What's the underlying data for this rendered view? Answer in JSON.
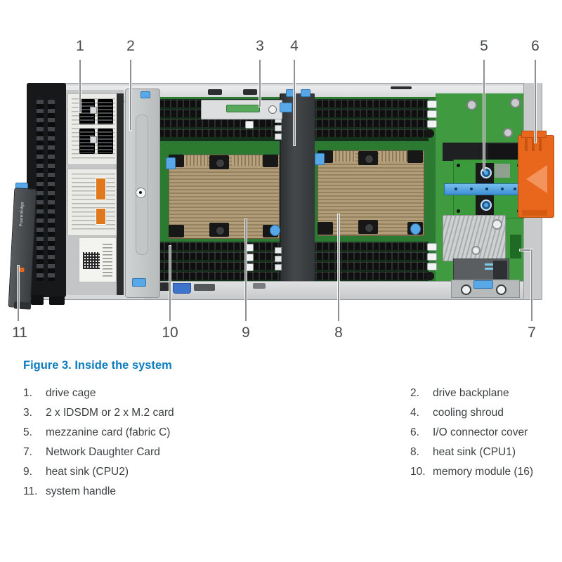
{
  "figure": {
    "caption": "Figure 3. Inside the system",
    "callouts": {
      "top": [
        "1",
        "2",
        "3",
        "4",
        "5",
        "6"
      ],
      "bottom": [
        "11",
        "10",
        "9",
        "8",
        "7"
      ]
    },
    "legend": {
      "left": [
        {
          "num": "1.",
          "label": "drive cage"
        },
        {
          "num": "3.",
          "label": "2 x IDSDM or 2 x M.2 card"
        },
        {
          "num": "5.",
          "label": "mezzanine card (fabric C)"
        },
        {
          "num": "7.",
          "label": "Network Daughter Card"
        },
        {
          "num": "9.",
          "label": "heat sink (CPU2)"
        },
        {
          "num": "11.",
          "label": "system handle"
        }
      ],
      "right": [
        {
          "num": "2.",
          "label": "drive backplane"
        },
        {
          "num": "4.",
          "label": "cooling shroud"
        },
        {
          "num": "6.",
          "label": "I/O connector cover"
        },
        {
          "num": "8.",
          "label": "heat sink (CPU1)"
        },
        {
          "num": "10.",
          "label": "memory module (16)"
        }
      ]
    },
    "illustration": {
      "handle_brand": "PowerEdge",
      "colors": {
        "caption_blue": "#0b7dc0",
        "board_green": "#2c7a31",
        "mezzanine_green": "#3b9a3b",
        "heatsink_tan": "#a6916c",
        "io_cover_orange": "#e8671c",
        "accent_blue": "#58a8e8",
        "chassis_gray": "#d6d8d9",
        "dimm_black": "#1b1b1b"
      }
    }
  }
}
